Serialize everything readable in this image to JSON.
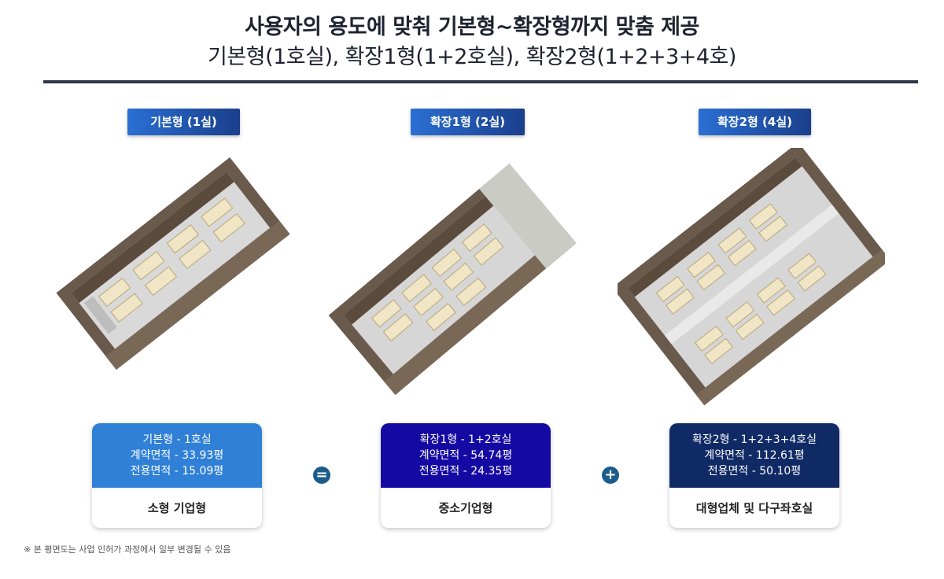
{
  "header": {
    "title": "사용자의 용도에 맞춰 기본형~확장형까지 맞춤 제공",
    "subtitle": "기본형(1호실), 확장1형(1+2호실), 확장2형(1+2+3+4호)"
  },
  "types": [
    {
      "tag": "기본형 (1실)",
      "line1": "기본형 - 1호실",
      "line2": "계약면적 - 33.93평",
      "line3": "전용면적 - 15.09평",
      "target": "소형 기업형",
      "color": "#2f80d6"
    },
    {
      "tag": "확장1형 (2실)",
      "line1": "확장1형 - 1+2호실",
      "line2": "계약면적 - 54.74평",
      "line3": "전용면적 - 24.35평",
      "target": "중소기업형",
      "color": "#1409a3"
    },
    {
      "tag": "확장2형 (4실)",
      "line1": "확장2형 - 1+2+3+4호실",
      "line2": "계약면적 - 112.61평",
      "line3": "전용면적 - 50.10평",
      "target": "대형업체 및 다구좌호실",
      "color": "#102a66"
    }
  ],
  "operators": {
    "equals": "=",
    "plus": "+"
  },
  "note": "※ 본 평면도는 사업 인허가 과정에서 일부 변경될 수 있음"
}
